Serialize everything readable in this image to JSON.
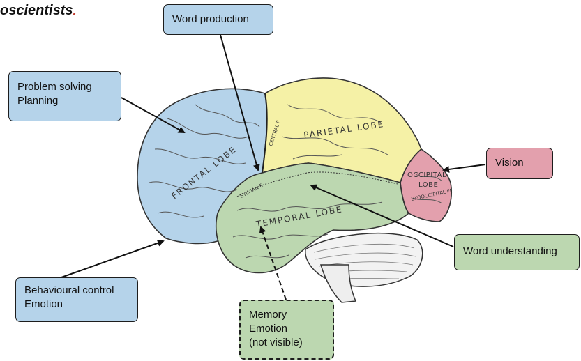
{
  "header": {
    "title_text": "oscientists",
    "title_punct": "."
  },
  "diagram": {
    "lobes": {
      "frontal": "FRONTAL LOBE",
      "parietal": "PARIETAL LOBE",
      "temporal": "TEMPORAL LOBE",
      "occipital_line1": "OCCIPITAL",
      "occipital_line2": "LOBE"
    },
    "fissures": {
      "central": "CENTRAL F.",
      "sylvian": "SYLVIAN F.",
      "exooccipital": "EXOOCCIPITAL FF"
    }
  },
  "callouts": {
    "word_production": [
      "Word production"
    ],
    "problem_solving": [
      "Problem solving",
      "Planning"
    ],
    "vision": [
      "Vision"
    ],
    "word_understanding": [
      "Word understanding"
    ],
    "behavioural": [
      "Behavioural control",
      "Emotion"
    ],
    "memory": [
      "Memory",
      "Emotion",
      "(not visible)"
    ]
  },
  "colors": {
    "frontal": "#b5d3ea",
    "parietal": "#f5f1a6",
    "temporal": "#bcd7b0",
    "occipital": "#e3a0ad",
    "accent_dot": "#c0392b"
  }
}
